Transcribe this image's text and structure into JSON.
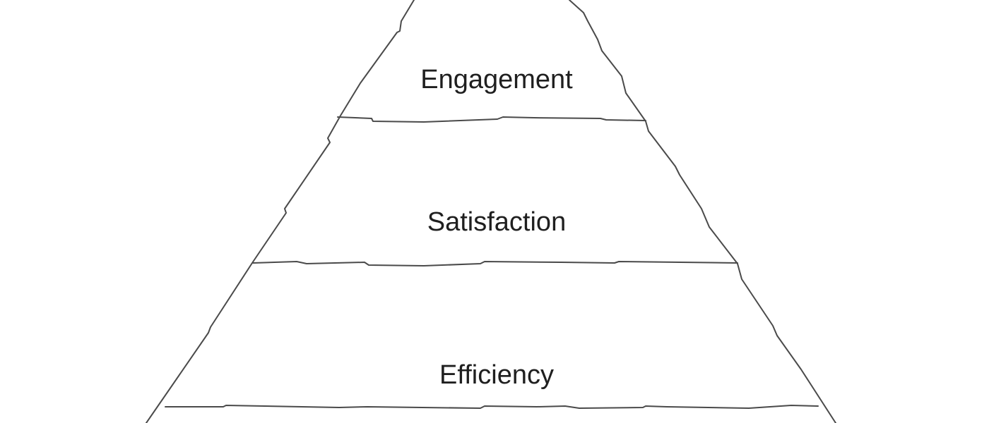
{
  "pyramid": {
    "stroke_color": "#4a4a4a",
    "text_color": "#1f1f1f",
    "background_color": "#ffffff",
    "tiers": [
      {
        "label": "Engagement"
      },
      {
        "label": "Satisfaction"
      },
      {
        "label": "Efficiency"
      }
    ]
  }
}
